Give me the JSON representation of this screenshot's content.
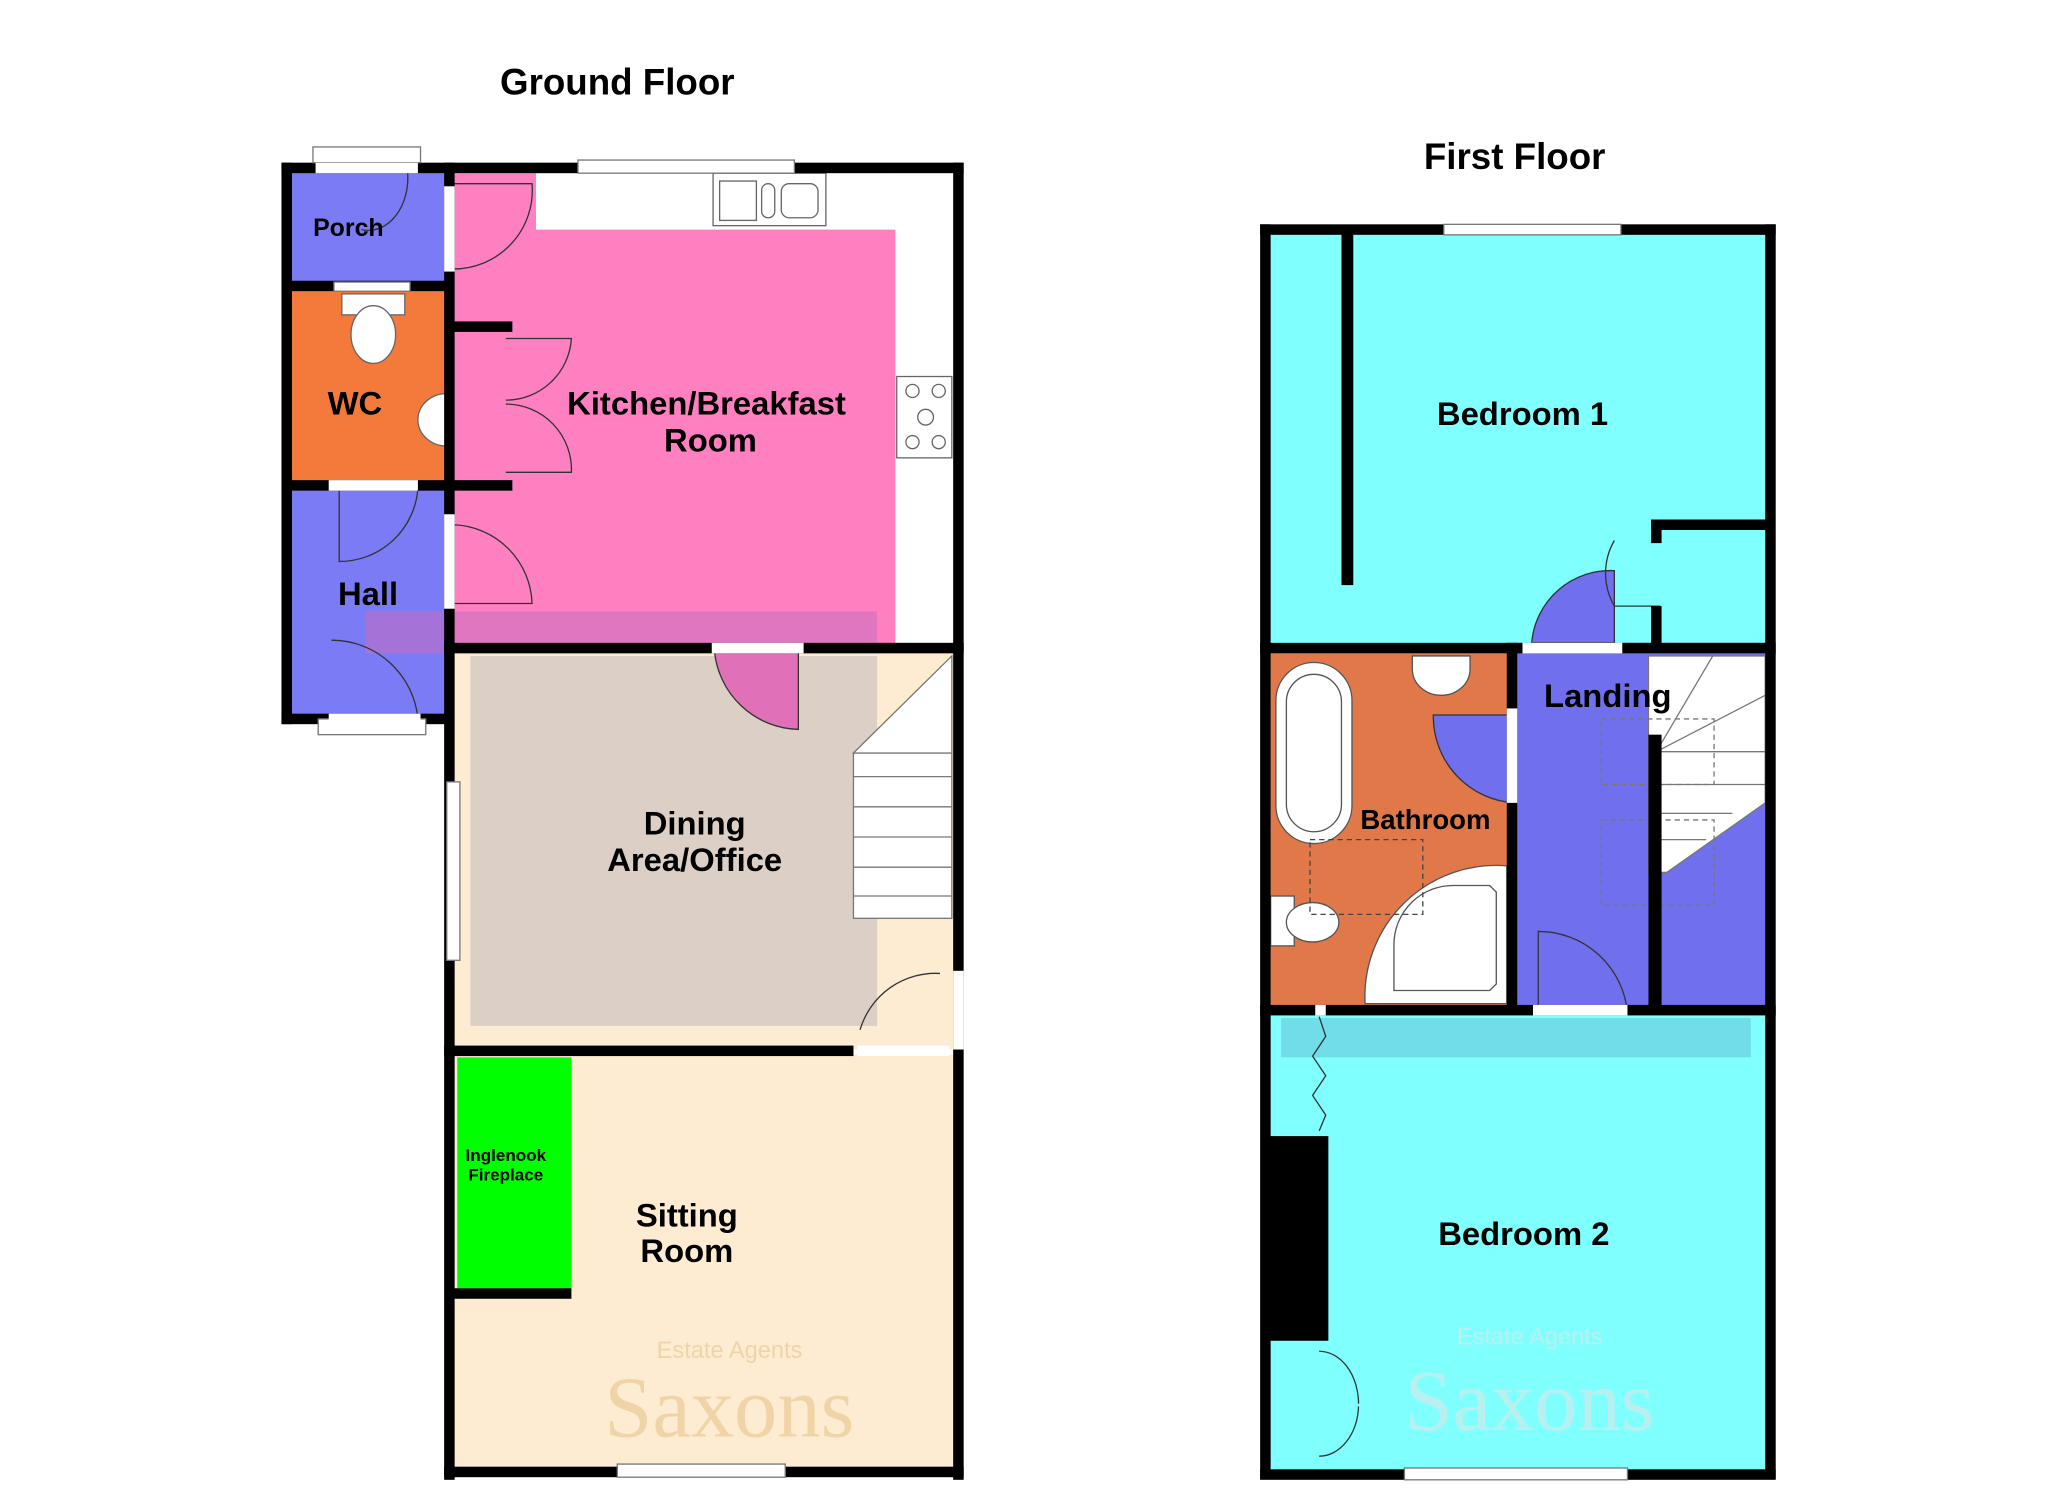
{
  "floors": [
    {
      "title": "Ground Floor",
      "rooms": {
        "porch": "Porch",
        "wc": "WC",
        "hall": "Hall",
        "kitchen_line1": "Kitchen/Breakfast",
        "kitchen_line2": "Room",
        "dining_line1": "Dining",
        "dining_line2": "Area/Office",
        "sitting_line1": "Sitting",
        "sitting_line2": "Room",
        "fireplace_line1": "Inglenook",
        "fireplace_line2": "Fireplace"
      }
    },
    {
      "title": "First Floor",
      "rooms": {
        "bedroom1": "Bedroom 1",
        "bedroom2": "Bedroom 2",
        "bathroom": "Bathroom",
        "landing": "Landing"
      }
    }
  ],
  "watermark": {
    "brand": "Saxons",
    "tagline": "Estate Agents"
  },
  "colors": {
    "hall_porch": "#7b7bf5",
    "wc": "#f47a3c",
    "kitchen": "#ff80c0",
    "dining": "#dcd0c6",
    "sitting": "#fdebd2",
    "fireplace": "#00ff00",
    "bedroom": "#80ffff",
    "bathroom": "#e0784a",
    "landing": "#7070ee"
  }
}
